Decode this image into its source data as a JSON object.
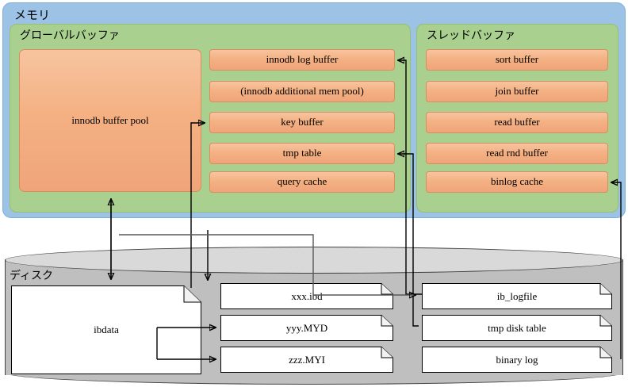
{
  "diagram": {
    "title_memory": "メモリ",
    "title_disk": "ディスク",
    "colors": {
      "memory_bg": "#9CC3E5",
      "group_bg": "#A9D08E",
      "block_bg": "#F4B183",
      "disk_body": "#BFBFBF",
      "disk_top": "#D9D9D9",
      "file_bg": "#FFFFFF",
      "arrow": "#000000"
    }
  },
  "memory": {
    "label": "メモリ",
    "groups": [
      {
        "id": "global-buffer",
        "label": "グローバルバッファ",
        "big_block": {
          "label": "innodb buffer pool"
        },
        "blocks": [
          {
            "label": "innodb log buffer"
          },
          {
            "label": "(innodb  additional  mem pool)"
          },
          {
            "label": "key buffer"
          },
          {
            "label": "tmp table"
          },
          {
            "label": "query cache"
          }
        ]
      },
      {
        "id": "thread-buffer",
        "label": "スレッドバッファ",
        "blocks": [
          {
            "label": "sort buffer"
          },
          {
            "label": "join buffer"
          },
          {
            "label": "read buffer"
          },
          {
            "label": "read rnd buffer"
          },
          {
            "label": "binlog cache"
          }
        ]
      }
    ]
  },
  "disk": {
    "label": "ディスク",
    "big_file": {
      "label": "ibdata"
    },
    "file_columns": [
      {
        "files": [
          {
            "label": "xxx.ibd"
          },
          {
            "label": "yyy.MYD"
          },
          {
            "label": "zzz.MYI"
          }
        ]
      },
      {
        "files": [
          {
            "label": "ib_logfile"
          },
          {
            "label": "tmp disk table"
          },
          {
            "label": "binary log"
          }
        ]
      }
    ]
  }
}
